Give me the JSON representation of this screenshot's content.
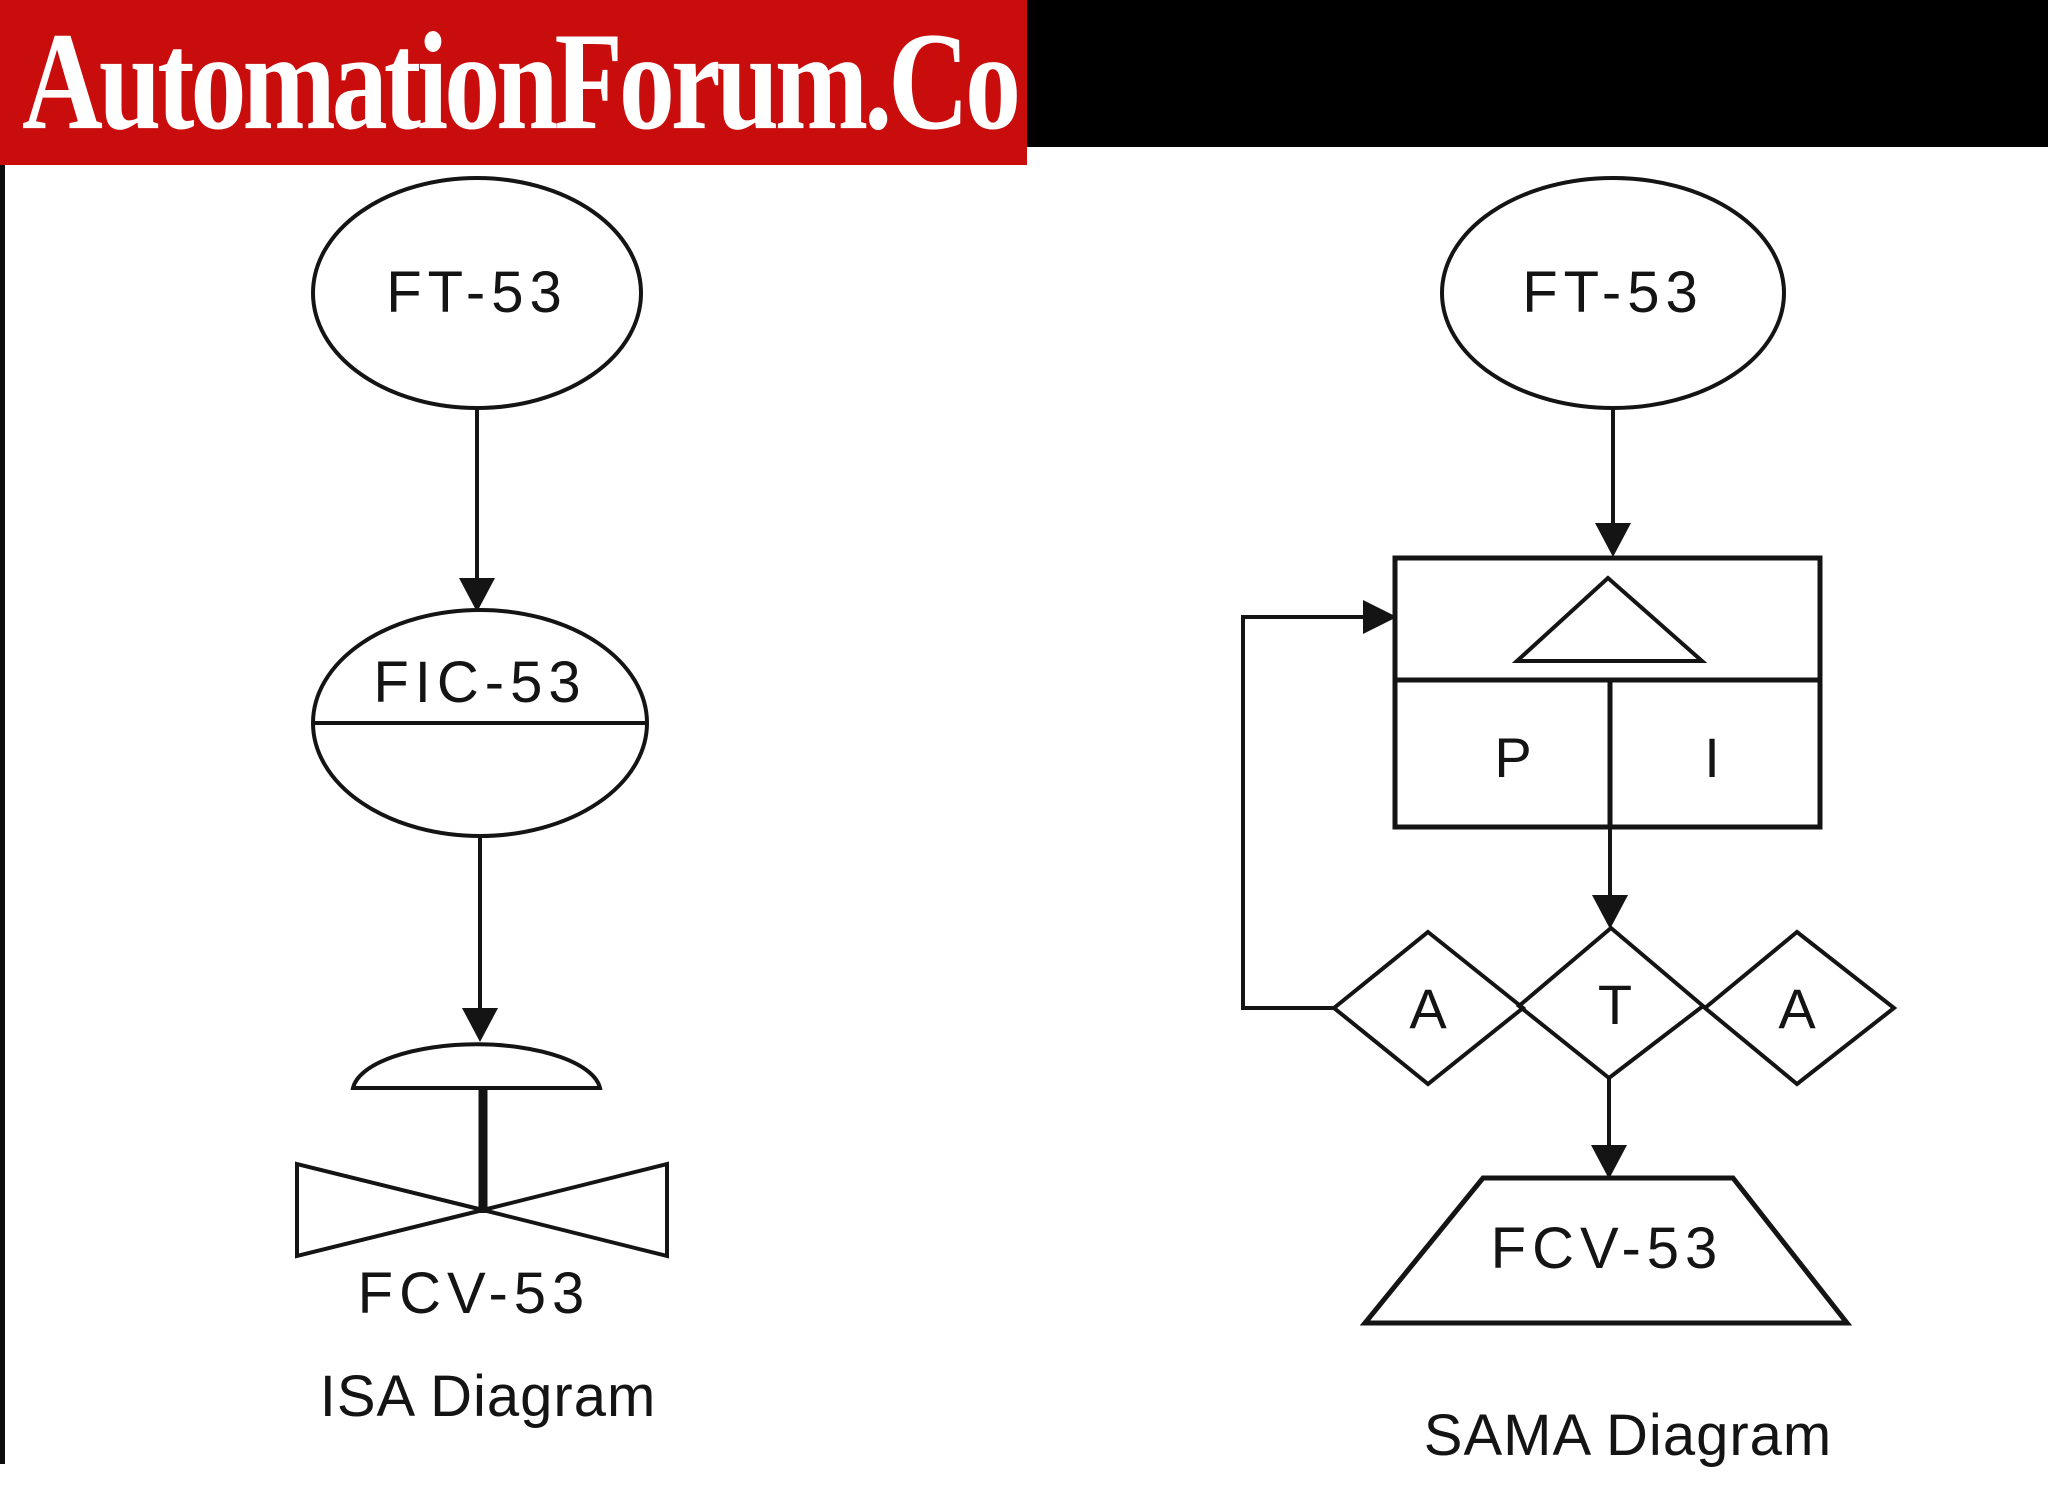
{
  "banner": {
    "title": "AutomationForum.Co",
    "bg_color": "#C90D0D",
    "text_color": "#FFFFFF"
  },
  "colors": {
    "line": "#141414",
    "background": "#FFFFFF",
    "top_bar": "#000000"
  },
  "isa": {
    "transmitter_label": "FT-53",
    "controller_label": "FIC-53",
    "valve_label": "FCV-53",
    "caption": "ISA Diagram"
  },
  "sama": {
    "transmitter_label": "FT-53",
    "proportional_label": "P",
    "integral_label": "I",
    "transfer_label": "T",
    "auto_left_label": "A",
    "auto_right_label": "A",
    "valve_label": "FCV-53",
    "caption": "SAMA Diagram"
  }
}
